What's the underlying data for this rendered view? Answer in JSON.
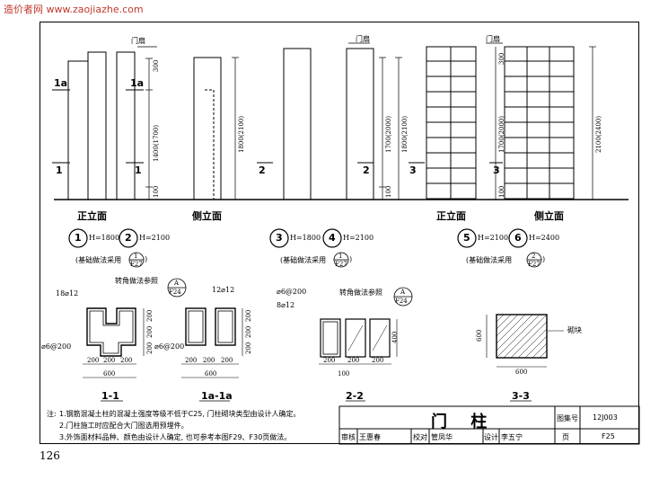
{
  "watermark": "造价者网 www.zaojiazhe.com",
  "page_number": "126",
  "elevations": {
    "door_leaf": "门扇",
    "front": "正立面",
    "side": "侧立面",
    "sections": [
      "1a",
      "1",
      "1a",
      "1",
      "2",
      "2",
      "3",
      "3"
    ],
    "dims": {
      "d300": "300",
      "d1400": "1400(1700)",
      "d100": "100",
      "d1800": "1800(2100)",
      "d1700": "1700(2000)",
      "d2100": "2100(2400)"
    }
  },
  "groups": [
    {
      "a": "1",
      "b": "2",
      "ha": "H=1800",
      "hb": "H=2100",
      "foundation": "(基础做法采用",
      "ref_top": "1",
      "ref_bot": "F27",
      "close": ")"
    },
    {
      "a": "3",
      "b": "4",
      "ha": "H=1800",
      "hb": "H=2100",
      "foundation": "(基础做法采用",
      "ref_top": "1",
      "ref_bot": "F27",
      "close": ")"
    },
    {
      "a": "5",
      "b": "6",
      "ha": "H=2100",
      "hb": "H=2400",
      "foundation": "(基础做法采用",
      "ref_top": "2",
      "ref_bot": "F27",
      "close": ")"
    }
  ],
  "sections": {
    "s1": {
      "title": "1-1",
      "rebar_main": "18⌀12",
      "stirrup": "⌀6@200",
      "corner": "转角做法参照",
      "ref_top": "A",
      "ref_bot": "F24",
      "w1": "200",
      "w2": "200",
      "w3": "200",
      "total": "600",
      "h1": "200",
      "h2": "200",
      "h3": "200"
    },
    "s1a": {
      "title": "1a-1a",
      "rebar_main": "12⌀12",
      "stirrup": "⌀6@200",
      "w1": "200",
      "w2": "200",
      "w3": "200",
      "total": "600",
      "h1": "200",
      "h2": "200",
      "h3": "200"
    },
    "s2": {
      "title": "2-2",
      "stirrup": "⌀6@200",
      "rebar_main": "8⌀12",
      "corner": "转角做法参照",
      "ref_top": "A",
      "ref_bot": "F24",
      "h": "400",
      "w1": "200",
      "w2": "200",
      "w3": "200",
      "bottom": "100"
    },
    "s3": {
      "title": "3-3",
      "block": "砌块",
      "w": "600",
      "h": "600"
    }
  },
  "notes": {
    "prefix": "注:",
    "lines": [
      "1.钢筋混凝土柱的混凝土强度等级不低于C25, 门柱砌块类型由设计人确定。",
      "2.门柱施工时应配合大门图选用预埋件。",
      "3.外饰面材料品种、颜色由设计人确定, 也可参考本图F29、F30页做法。"
    ]
  },
  "titleblock": {
    "title": "门 柱",
    "atlas_label": "图集号",
    "atlas_no": "12J003",
    "page_label": "页",
    "page_no": "F25",
    "review_label": "审核",
    "reviewer": "王惠春",
    "check_label": "校对",
    "checker": "管凤华",
    "design_label": "设计",
    "designer": "李五宁"
  }
}
